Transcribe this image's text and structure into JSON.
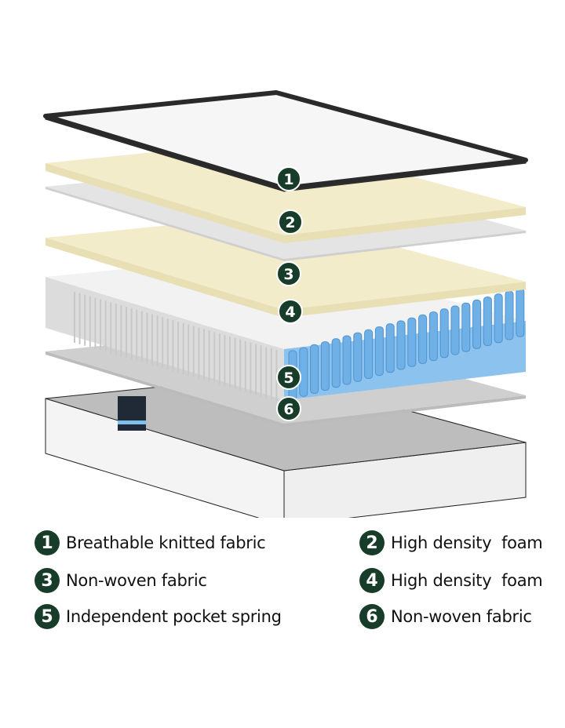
{
  "colors": {
    "badge": "#173d2a",
    "foam": "#f3eccb",
    "nonwoven": "#e4e4e4",
    "spring_side": "#6fb0e6",
    "fabric_border": "#2a2a2a"
  },
  "labels": [
    "1",
    "2",
    "3",
    "4",
    "5",
    "6"
  ],
  "legend": [
    {
      "num": "1",
      "text": "Breathable knitted fabric"
    },
    {
      "num": "2",
      "text": "High density  foam"
    },
    {
      "num": "3",
      "text": "Non-woven fabric"
    },
    {
      "num": "4",
      "text": "High density  foam"
    },
    {
      "num": "5",
      "text": "Independent pocket spring"
    },
    {
      "num": "6",
      "text": "Non-woven fabric"
    }
  ]
}
